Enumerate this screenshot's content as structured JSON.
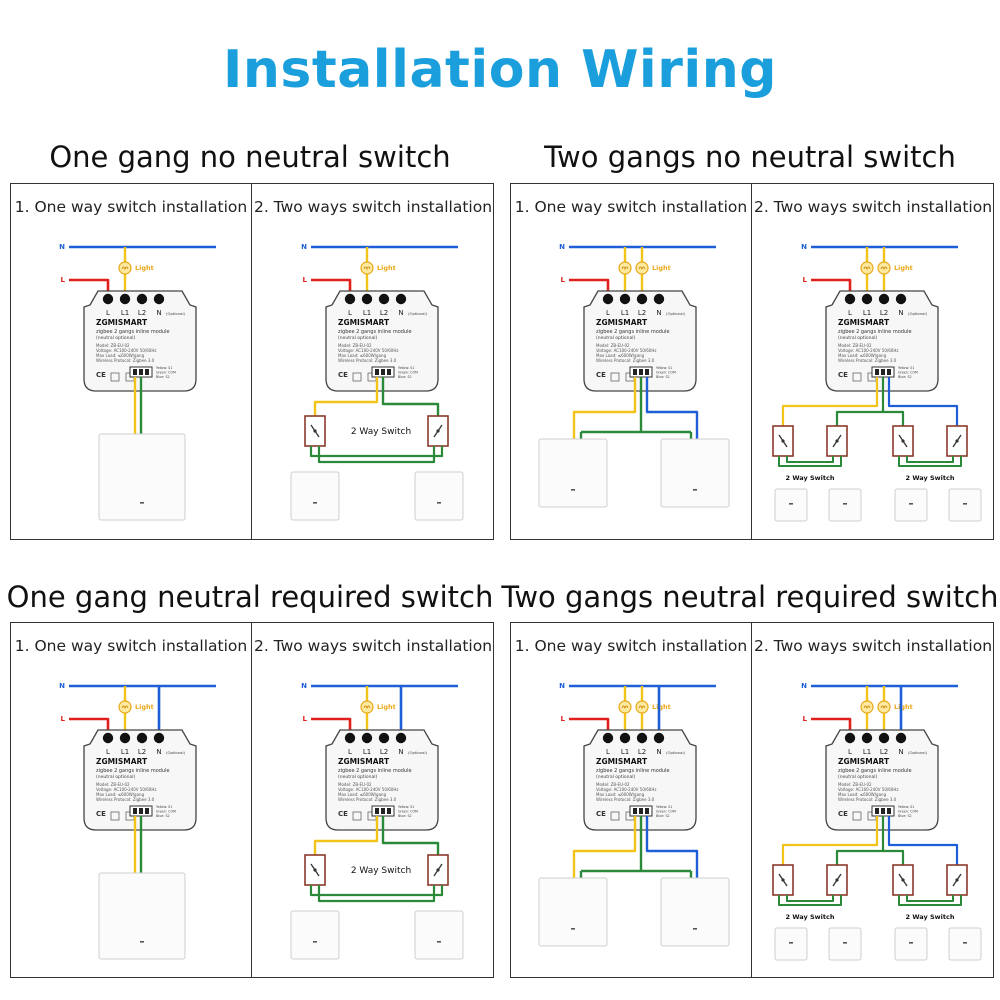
{
  "title": "Installation Wiring",
  "sections": [
    {
      "title": "One gang no neutral switch",
      "left": "1. One way switch installation",
      "right": "2. Two ways switch installation"
    },
    {
      "title": "Two gangs no neutral switch",
      "left": "1. One way switch installation",
      "right": "2. Two ways switch installation"
    },
    {
      "title": "One gang neutral required switch",
      "left": "1. One way switch installation",
      "right": "2. Two ways switch installation"
    },
    {
      "title": "Two gangs neutral required switch",
      "left": "1. One way switch installation",
      "right": "2. Two ways switch installation"
    }
  ],
  "labels": {
    "neutral": "N",
    "live": "L",
    "light": "Light",
    "two_way_switch": "2 Way Switch",
    "terminals": [
      "L",
      "L1",
      "L2",
      "N"
    ],
    "optional": "(Optional)",
    "brand": "ZGMISMART",
    "module_title": "zigbee 2 gangs inline module",
    "module_sub": "(neutral optional)",
    "spec_model": "Model: ZB-EU-02",
    "spec_voltage": "Voltage: AC100-240V 50/60Hz",
    "spec_load": "Max Load: ≤600W/gang",
    "spec_protocol": "Wireless Protocol: Zigbee 3.0",
    "wire_colors": [
      "Yellow: S1",
      "Green: COM",
      "Blue: S2"
    ],
    "ce": "CE"
  },
  "colors": {
    "title": "#1a9fdc",
    "neutral_wire": "#1e5fd8",
    "live_wire": "#e0201c",
    "yellow_wire": "#f2c318",
    "green_wire": "#2a8a3a",
    "switch_box": "#8b3a2a"
  }
}
